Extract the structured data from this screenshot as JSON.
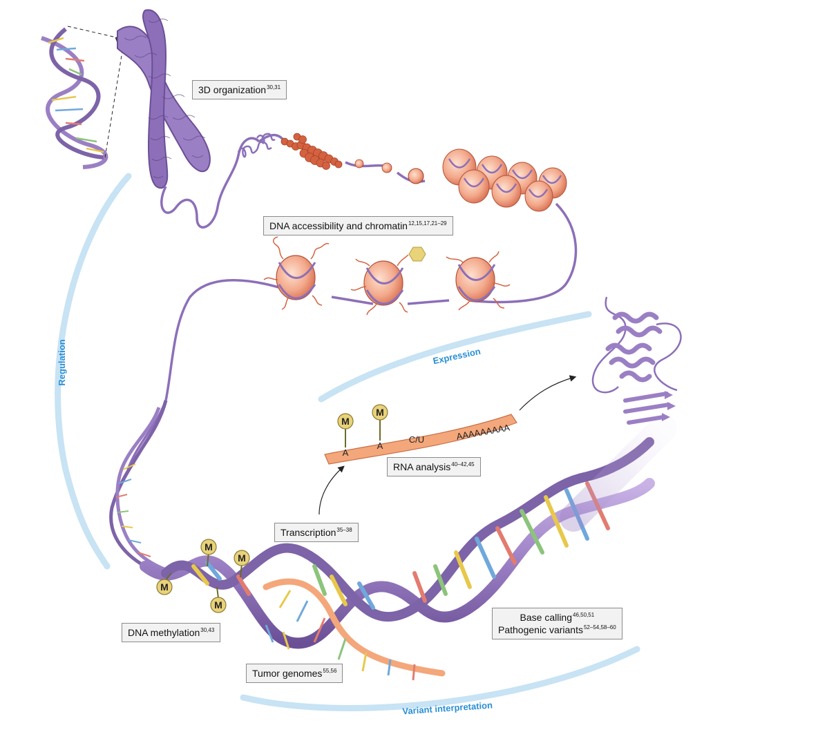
{
  "labels": {
    "organization": {
      "text": "3D organization",
      "refs": "30,31"
    },
    "chromatin": {
      "text": "DNA accessibility and chromatin",
      "refs": "12,15,17,21–29"
    },
    "rna": {
      "text": "RNA analysis",
      "refs": "40–42,45"
    },
    "transcription": {
      "text": "Transcription",
      "refs": "35–38"
    },
    "base_calling": {
      "text": "Base calling",
      "refs": "46,50,51"
    },
    "pathogenic": {
      "text": "Pathogenic variants",
      "refs": "52–54,58–60"
    },
    "methylation": {
      "text": "DNA methylation",
      "refs": "30,43"
    },
    "tumor": {
      "text": "Tumor genomes",
      "refs": "55,56"
    }
  },
  "arcs": {
    "regulation": "Regulation",
    "expression": "Expression",
    "variant": "Variant interpretation"
  },
  "rna_strand": {
    "bases": [
      "A",
      "A",
      "C/U",
      "AAAAAAAAA"
    ],
    "marks": [
      "M",
      "M"
    ]
  },
  "methyl_marks": [
    "M",
    "M",
    "M",
    "M"
  ],
  "colors": {
    "dna_purple": "#9b7fc4",
    "dna_dark": "#6b4f96",
    "rna_orange": "#f4a77a",
    "arc_blue": "#c7e3f4",
    "arc_text": "#2a8fd4",
    "methyl_yellow": "#e8d27a",
    "nucleosome": "#f2b49a"
  }
}
